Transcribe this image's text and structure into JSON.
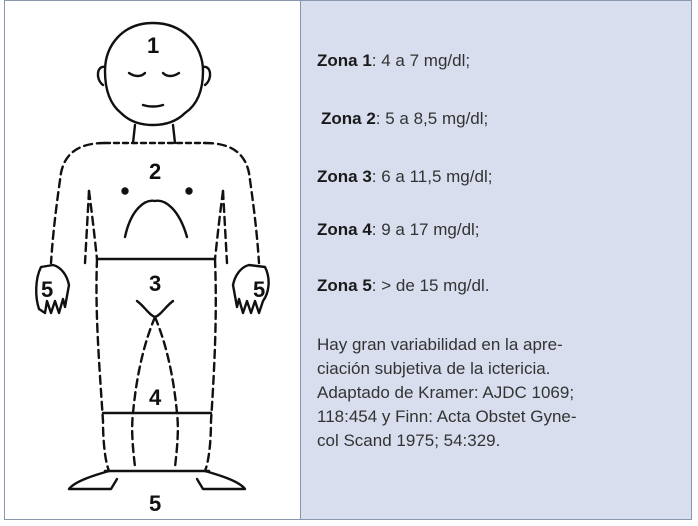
{
  "figure": {
    "zone_labels": [
      "1",
      "2",
      "3",
      "4",
      "5",
      "5"
    ]
  },
  "zones": [
    {
      "label": "Zona 1",
      "value": ": 4 a 7 mg/dl;"
    },
    {
      "label": "Zona 2",
      "value": ": 5 a 8,5 mg/dl;"
    },
    {
      "label": "Zona 3",
      "value": ": 6 a 11,5 mg/dl;"
    },
    {
      "label": "Zona 4",
      "value": ": 9 a 17 mg/dl;"
    },
    {
      "label": "Zona 5",
      "value": ": > de 15 mg/dl."
    }
  ],
  "note": {
    "lines": [
      "Hay gran variabilidad en la apre-",
      "ciación subjetiva de la ictericia.",
      "Adaptado de Kramer: AJDC 1069;",
      "118:454 y Finn: Acta Obstet Gyne-",
      "col Scand 1975; 54:329."
    ]
  },
  "colors": {
    "panel_bg": "#d8deee",
    "border": "#8a97ae",
    "ink": "#111111"
  }
}
